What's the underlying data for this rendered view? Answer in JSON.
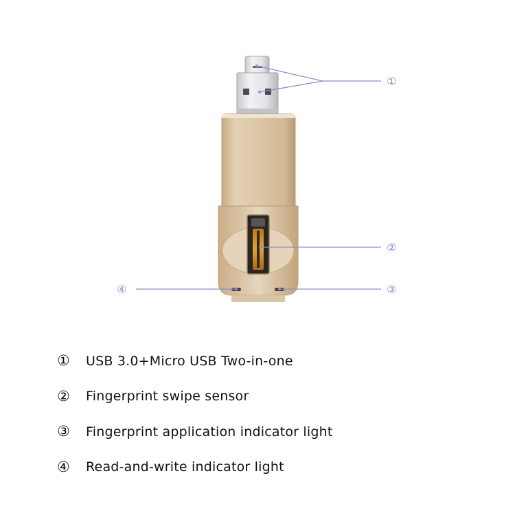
{
  "colors": {
    "callout_line": "#8a90c8",
    "body_gold": "#d8c3a5",
    "connector_metal": "#e6e6e8"
  },
  "callouts": [
    {
      "num": "①",
      "target": "usb-connectors"
    },
    {
      "num": "②",
      "target": "fingerprint-sensor"
    },
    {
      "num": "③",
      "target": "fingerprint-indicator-light"
    },
    {
      "num": "④",
      "target": "read-write-indicator-light"
    }
  ],
  "legend": [
    {
      "num": "①",
      "text": "USB 3.0+Micro USB Two-in-one"
    },
    {
      "num": "②",
      "text": "Fingerprint swipe sensor"
    },
    {
      "num": "③",
      "text": "Fingerprint application indicator light"
    },
    {
      "num": "④",
      "text": "Read-and-write indicator light"
    }
  ]
}
